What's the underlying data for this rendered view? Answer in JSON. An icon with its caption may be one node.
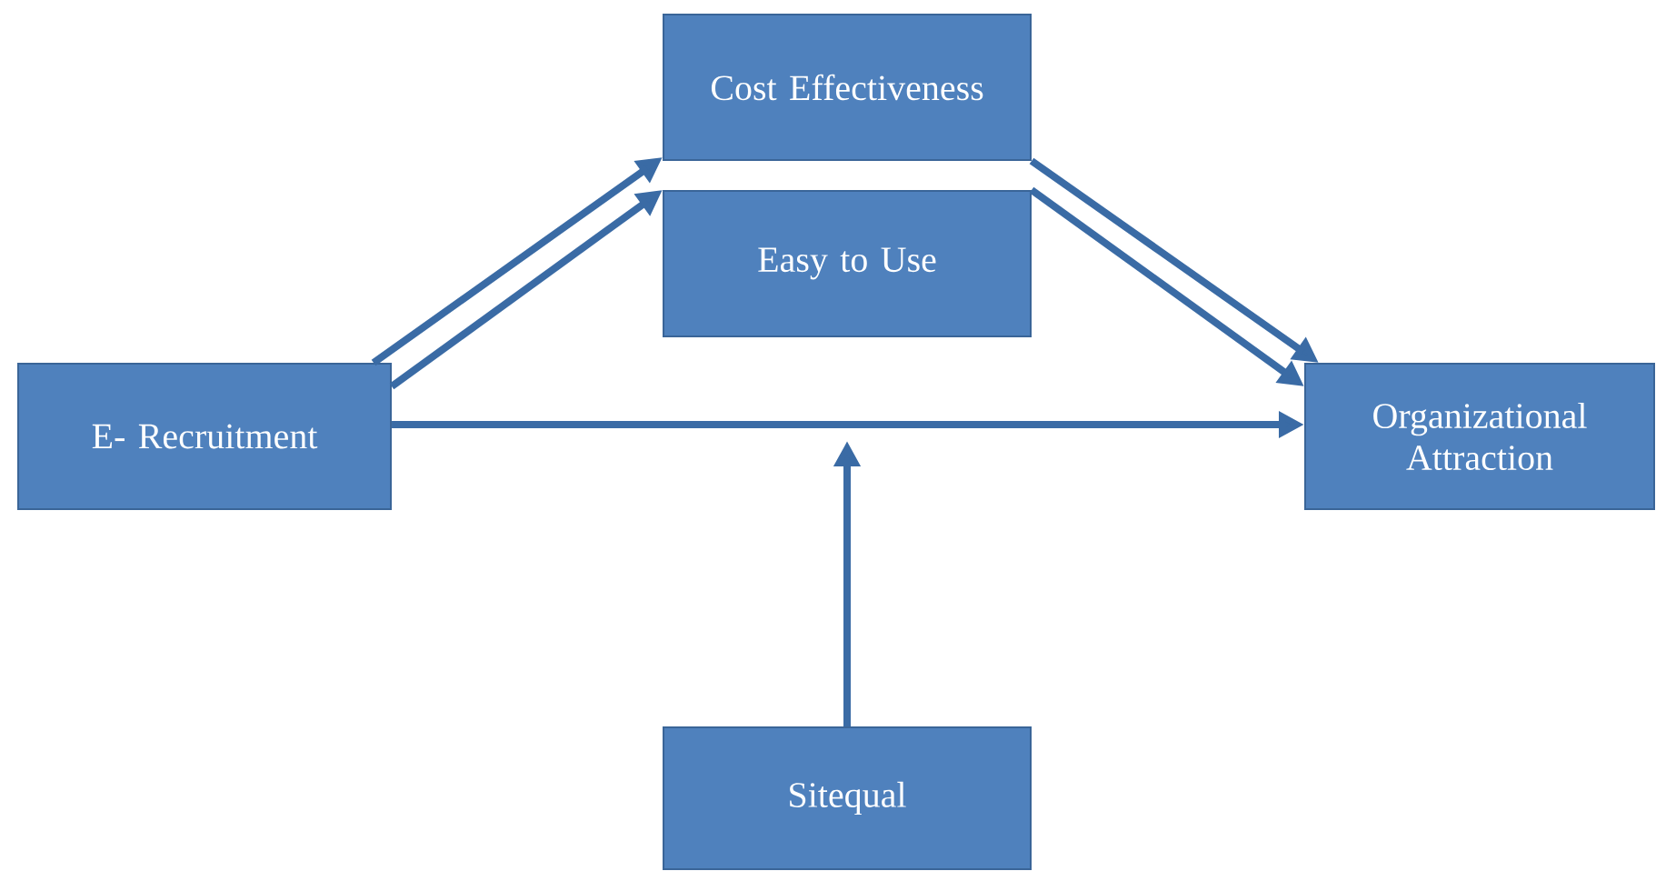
{
  "diagram": {
    "nodes": [
      {
        "text": [
          "Cost Effectiveness"
        ]
      },
      {
        "text": [
          "Easy to Use"
        ]
      },
      {
        "text": [
          "E- Recruitment"
        ]
      },
      {
        "text": [
          "Organizational Attraction"
        ]
      },
      {
        "text": [
          "Sitequal"
        ]
      }
    ],
    "edges": [
      {
        "from": 2,
        "to": 0,
        "arrow": "to"
      },
      {
        "from": 2,
        "to": 1,
        "arrow": "to"
      },
      {
        "from": 0,
        "to": 3,
        "arrow": "to"
      },
      {
        "from": 1,
        "to": 3,
        "arrow": "to"
      },
      {
        "from": 2,
        "to": 3,
        "arrow": "to"
      },
      {
        "from": 4,
        "to": null,
        "arrow": "to"
      }
    ]
  }
}
